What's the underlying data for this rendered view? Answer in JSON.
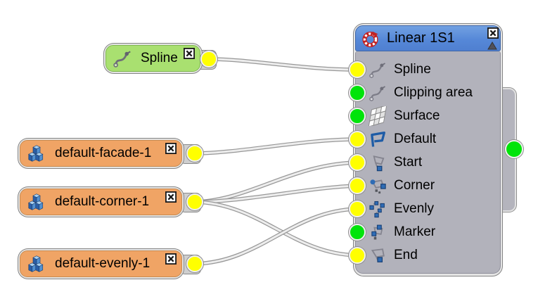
{
  "graph": {
    "main_node": {
      "title": "Linear 1S1",
      "header_color": "#5e90dc",
      "body_color": "#b2b2bb",
      "type_icon": "generator-icon",
      "inputs": [
        {
          "label": "Spline",
          "icon": "spline-icon",
          "port_color": "#ffff00",
          "connected": true
        },
        {
          "label": "Clipping area",
          "icon": "spline-icon",
          "port_color": "#00e40a",
          "connected": false
        },
        {
          "label": "Surface",
          "icon": "surface-icon",
          "port_color": "#00e40a",
          "connected": false
        },
        {
          "label": "Default",
          "icon": "segment-default-icon",
          "port_color": "#ffff00",
          "connected": true
        },
        {
          "label": "Start",
          "icon": "segment-start-icon",
          "port_color": "#ffff00",
          "connected": true
        },
        {
          "label": "Corner",
          "icon": "segment-corner-icon",
          "port_color": "#ffff00",
          "connected": true
        },
        {
          "label": "Evenly",
          "icon": "segment-evenly-icon",
          "port_color": "#ffff00",
          "connected": true
        },
        {
          "label": "Marker",
          "icon": "segment-marker-icon",
          "port_color": "#00e40a",
          "connected": false
        },
        {
          "label": "End",
          "icon": "segment-end-icon",
          "port_color": "#ffff00",
          "connected": true
        }
      ],
      "output_port_color": "#00e40a"
    },
    "source_nodes": [
      {
        "label": "Spline",
        "icon": "spline-icon",
        "fill": "#a9e070",
        "port_color": "#ffff00"
      },
      {
        "label": "default-facade-1",
        "icon": "cubes-icon",
        "fill": "#f0a465",
        "port_color": "#ffff00"
      },
      {
        "label": "default-corner-1",
        "icon": "cubes-icon",
        "fill": "#f0a465",
        "port_color": "#ffff00"
      },
      {
        "label": "default-evenly-1",
        "icon": "cubes-icon",
        "fill": "#f0a465",
        "port_color": "#ffff00"
      }
    ],
    "connections": [
      {
        "from": "Spline",
        "to": "Spline"
      },
      {
        "from": "default-facade-1",
        "to": "Default"
      },
      {
        "from": "default-corner-1",
        "to": "Start"
      },
      {
        "from": "default-corner-1",
        "to": "Corner"
      },
      {
        "from": "default-corner-1",
        "to": "End"
      },
      {
        "from": "default-evenly-1",
        "to": "Evenly"
      }
    ],
    "wire_colors": {
      "outer": "#979797",
      "inner": "#ededed"
    },
    "canvas_background": "#ffffff"
  }
}
